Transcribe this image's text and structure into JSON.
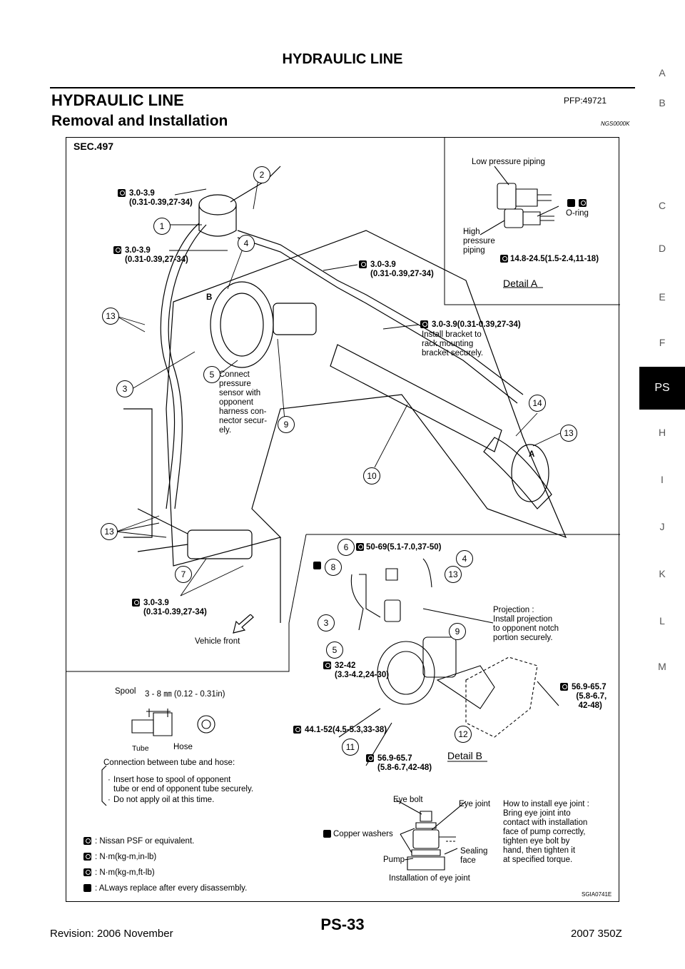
{
  "header": {
    "title": "HYDRAULIC LINE"
  },
  "section": {
    "title": "HYDRAULIC LINE",
    "part_code": "PFP:49721"
  },
  "subsection": {
    "title": "Removal and Installation",
    "code": "NGS0000K"
  },
  "tabs": [
    "A",
    "B",
    "C",
    "D",
    "E",
    "F",
    "PS",
    "H",
    "I",
    "J",
    "K",
    "L",
    "M"
  ],
  "active_tab": "PS",
  "figure": {
    "sec": "SEC.497",
    "detail_a": {
      "low_pressure": "Low pressure piping",
      "oring": "O-ring",
      "high_pressure": "High\npressure\npiping",
      "torque": "14.8-24.5(1.5-2.4,11-18)",
      "title": "Detail A"
    },
    "torques": {
      "t1": "3.0-3.9\n(0.31-0.39,27-34)",
      "t2": "3.0-3.9\n(0.31-0.39,27-34)",
      "t3": "3.0-3.9\n(0.31-0.39,27-34)",
      "t4": "3.0-3.9(0.31-0.39,27-34)",
      "t5": "3.0-3.9\n(0.31-0.39,27-34)"
    },
    "bracket_note": "Install bracket to\nrack mounting\nbracket securely.",
    "connect_note": "Connect\npressure\nsensor with\nopponent\nharness con-\nnector secur-\nely.",
    "vehicle_front": "Vehicle front",
    "callouts": {
      "n1": "1",
      "n2": "2",
      "n3": "3",
      "n4": "4",
      "n5": "5",
      "n9": "9",
      "n10": "10",
      "n13a": "13",
      "n13b": "13",
      "n13c": "13",
      "n14": "14",
      "n7": "7",
      "b6": "6",
      "b4": "4",
      "b8": "8",
      "b13": "13",
      "b3": "3",
      "b9": "9",
      "b5": "5",
      "b12": "12",
      "b11": "11"
    },
    "marks": {
      "a": "A",
      "b": "B"
    },
    "detail_b": {
      "t50": "50-69(5.1-7.0,37-50)",
      "projection": "Projection :\nInstall projection\nto opponent notch\nportion securely.",
      "t32": "32-42\n(3.3-4.2,24-30)",
      "t56a": "56.9-65.7\n  (5.8-6.7,\n   42-48)",
      "t44": "44.1-52(4.5-5.3,33-38)",
      "t56b": "56.9-65.7\n(5.8-6.7,42-48)",
      "title": "Detail B"
    },
    "spool": {
      "spool": "Spool",
      "dim": "3 - 8 ㎜ (0.12 - 0.31in)",
      "tube": "Tube",
      "hose": "Hose",
      "connection": "Connection between tube and hose:",
      "bullet1": "Insert hose to spool of opponent\ntube or end of opponent tube securely.",
      "bullet2": "Do not apply oil at this time."
    },
    "legend": {
      "psf": ": Nissan PSF or equivalent.",
      "nm_in": ": N·m(kg-m,in-lb)",
      "nm_ft": ": N·m(kg-m,ft-lb)",
      "replace": ": ALways replace after every disassembly."
    },
    "eye_joint": {
      "eye_bolt": "Eye bolt",
      "eye_joint": "Eye joint",
      "copper": "Copper washers",
      "pump": "Pump",
      "sealing": "Sealing\nface",
      "caption": "Installation of eye joint",
      "howto": "How to install eye joint :\nBring eye joint into\ncontact with installation\nface of pump correctly,\ntighten eye bolt by\nhand, then tighten it\nat specified torque."
    },
    "figure_id": "SGIA0741E"
  },
  "footer": {
    "revision": "Revision: 2006 November",
    "page": "PS-33",
    "model": "2007 350Z"
  }
}
